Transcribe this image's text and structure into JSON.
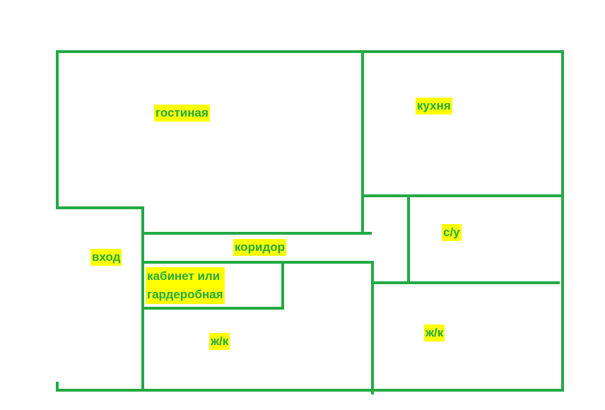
{
  "colors": {
    "wall": "#22aa44",
    "label_background": "#ffff00",
    "label_text": "#22aa44",
    "background": "#ffffff"
  },
  "rooms": {
    "living_room": "гостиная",
    "kitchen": "кухня",
    "bathroom": "с/у",
    "corridor": "коридор",
    "entrance": "вход",
    "study_line1": "кабинет или",
    "study_line2": "гардеробная",
    "bedroom_left": "ж/к",
    "bedroom_right": "ж/к"
  }
}
